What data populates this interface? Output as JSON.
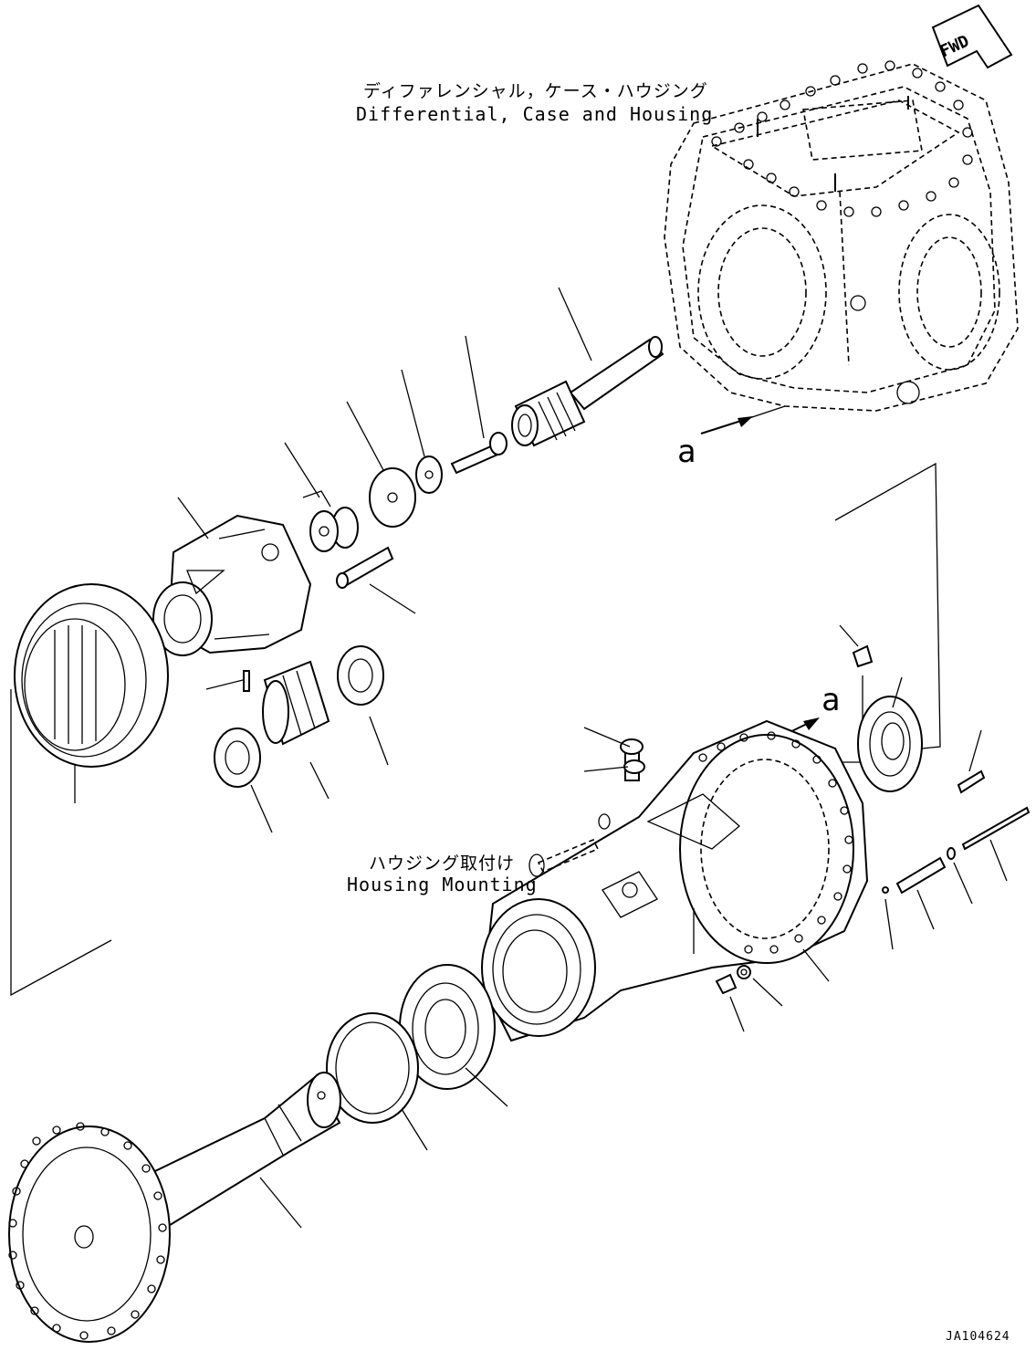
{
  "labels": {
    "differential_jp": "ディファレンシャル，ケース・ハウジング",
    "differential_en": "Differential, Case and Housing",
    "housing_jp": "ハウジング取付け",
    "housing_en": "Housing Mounting",
    "ref_a_top": "a",
    "ref_a_mid": "a",
    "fwd": "FWD",
    "drawing_id": "JA104624"
  },
  "icons": {
    "direction": "fwd-arrow-icon"
  }
}
